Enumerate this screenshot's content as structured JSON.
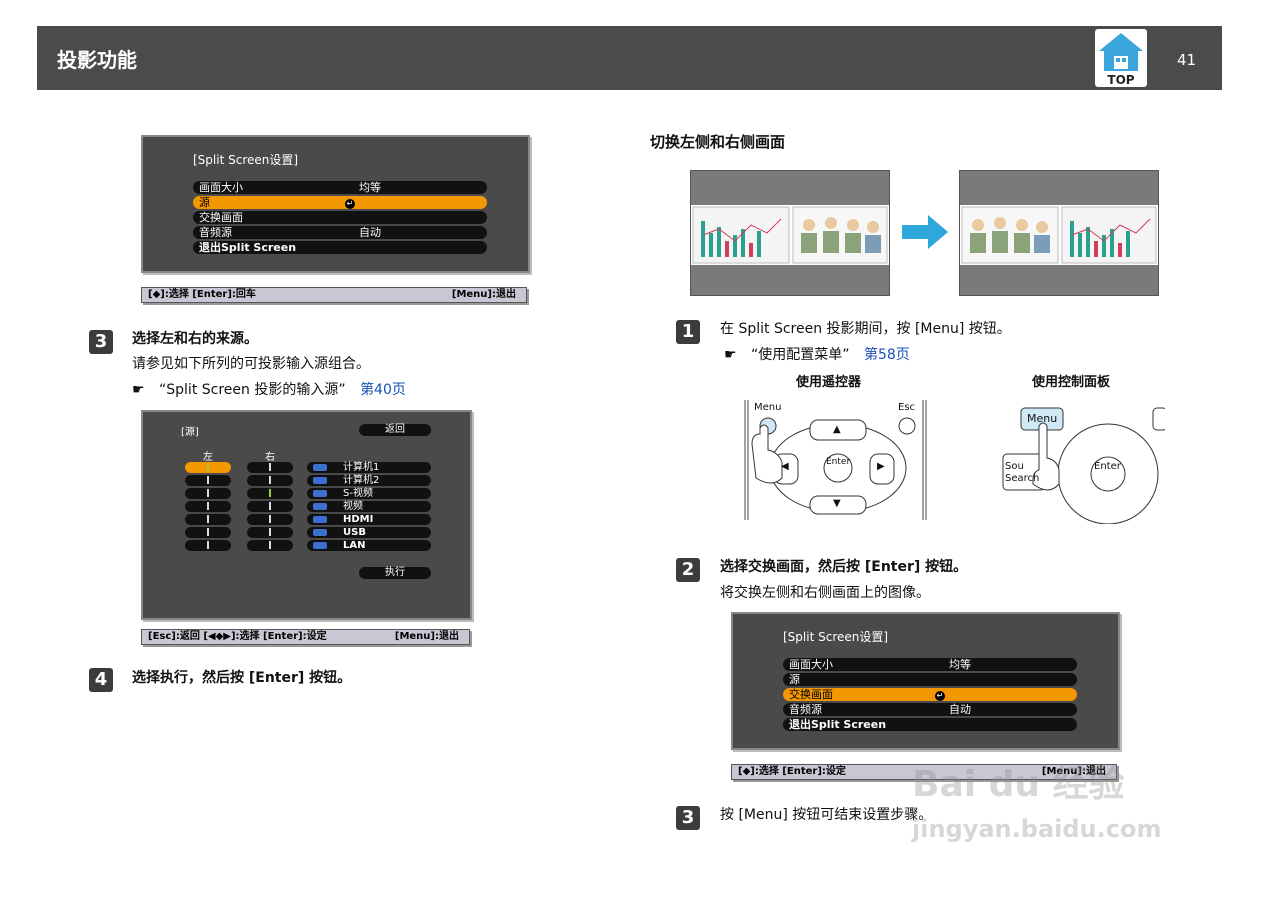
{
  "header": {
    "title": "投影功能",
    "top_label": "TOP",
    "page_number": "41"
  },
  "osd_menu_1": {
    "title": "[Split Screen设置]",
    "rows": [
      {
        "label": "画面大小",
        "value": "均等"
      },
      {
        "label": "源",
        "value": ""
      },
      {
        "label": "交换画面",
        "value": ""
      },
      {
        "label": "音频源",
        "value": "自动"
      },
      {
        "label": "退出Split Screen",
        "value": ""
      }
    ],
    "hint_left": "[◆]:选择 [Enter]:回车",
    "hint_right": "[Menu]:退出"
  },
  "step3_left": {
    "number": "3",
    "title": "选择左和右的来源。",
    "desc": "请参见如下所列的可投影输入源组合。",
    "ref_text": "“Split Screen 投影的输入源”",
    "ref_link": "第40页"
  },
  "source_menu": {
    "title": "[源]",
    "back_label": "返回",
    "col_left": "左",
    "col_right": "右",
    "sources": [
      "计算机1",
      "计算机2",
      "S-视频",
      "视频",
      "HDMI",
      "USB",
      "LAN"
    ],
    "execute_label": "执行",
    "hint_left": "[Esc]:返回 [◀◆▶]:选择 [Enter]:设定",
    "hint_right": "[Menu]:退出"
  },
  "step4_left": {
    "number": "4",
    "text": "选择执行，然后按 [Enter] 按钮。"
  },
  "right_section": {
    "heading": "切换左侧和右侧画面"
  },
  "step1_right": {
    "number": "1",
    "text": "在 Split Screen 投影期间，按 [Menu] 按钮。",
    "ref_text": "“使用配置菜单”",
    "ref_link": "第58页",
    "remote_label": "使用遥控器",
    "panel_label": "使用控制面板",
    "remote_menu": "Menu",
    "remote_esc": "Esc",
    "enter": "Enter",
    "panel_menu": "Menu",
    "panel_source_a": "Sou",
    "panel_source_b": "Search"
  },
  "step2_right": {
    "number": "2",
    "text": "选择交换画面，然后按 [Enter] 按钮。",
    "desc": "将交换左侧和右侧画面上的图像。"
  },
  "osd_menu_2": {
    "title": "[Split Screen设置]",
    "rows": [
      {
        "label": "画面大小",
        "value": "均等"
      },
      {
        "label": "源",
        "value": ""
      },
      {
        "label": "交换画面",
        "value": ""
      },
      {
        "label": "音频源",
        "value": "自动"
      },
      {
        "label": "退出Split Screen",
        "value": ""
      }
    ],
    "hint_left": "[◆]:选择 [Enter]:设定",
    "hint_right": "[Menu]:退出"
  },
  "step3_right": {
    "number": "3",
    "text": "按 [Menu] 按钮可结束设置步骤。"
  },
  "watermark": {
    "line1": "Bai du 经验",
    "line2": "jingyan.baidu.com"
  }
}
